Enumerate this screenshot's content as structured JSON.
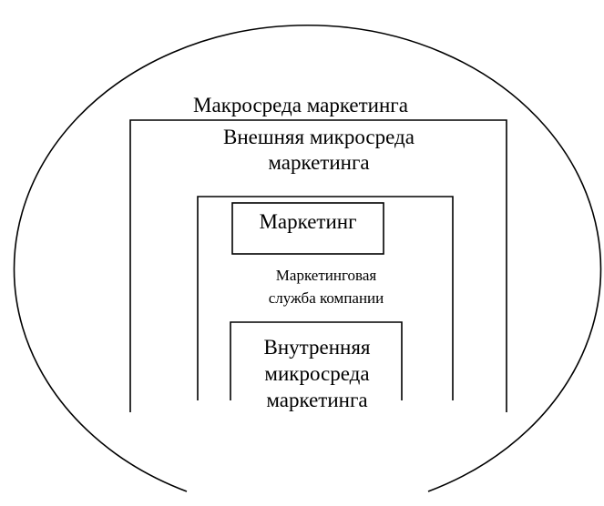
{
  "diagram": {
    "macro_environment": "Макросреда маркетинга",
    "external_micro_environment": "Внешняя микросреда\nмаркетинга",
    "marketing": "Маркетинг",
    "marketing_service": "Маркетинговая\nслужба компании",
    "internal_micro_environment": "Внутренняя\nмикросреда\nмаркетинга"
  }
}
